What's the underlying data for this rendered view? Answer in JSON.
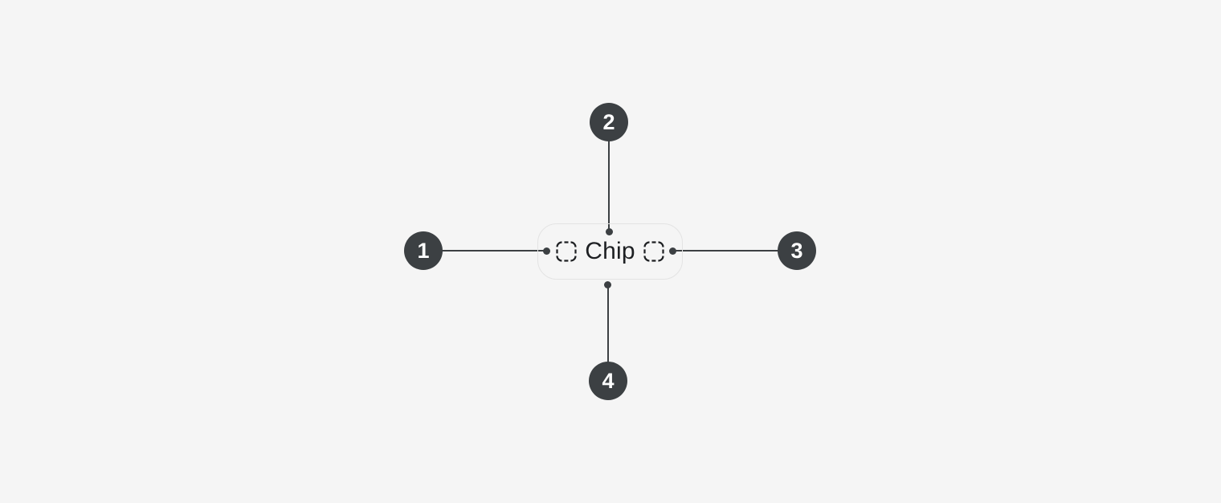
{
  "colors": {
    "background": "#f5f5f5",
    "dark": "#3c4043",
    "chip_border": "#e3e3e3",
    "chip_text": "#1e2023",
    "badge_text": "#ffffff"
  },
  "chip": {
    "label": "Chip",
    "leading_icon": "dashed-icon-placeholder",
    "trailing_icon": "dashed-icon-placeholder"
  },
  "callouts": [
    {
      "number": "1",
      "position": "left"
    },
    {
      "number": "2",
      "position": "top"
    },
    {
      "number": "3",
      "position": "right"
    },
    {
      "number": "4",
      "position": "bottom"
    }
  ]
}
